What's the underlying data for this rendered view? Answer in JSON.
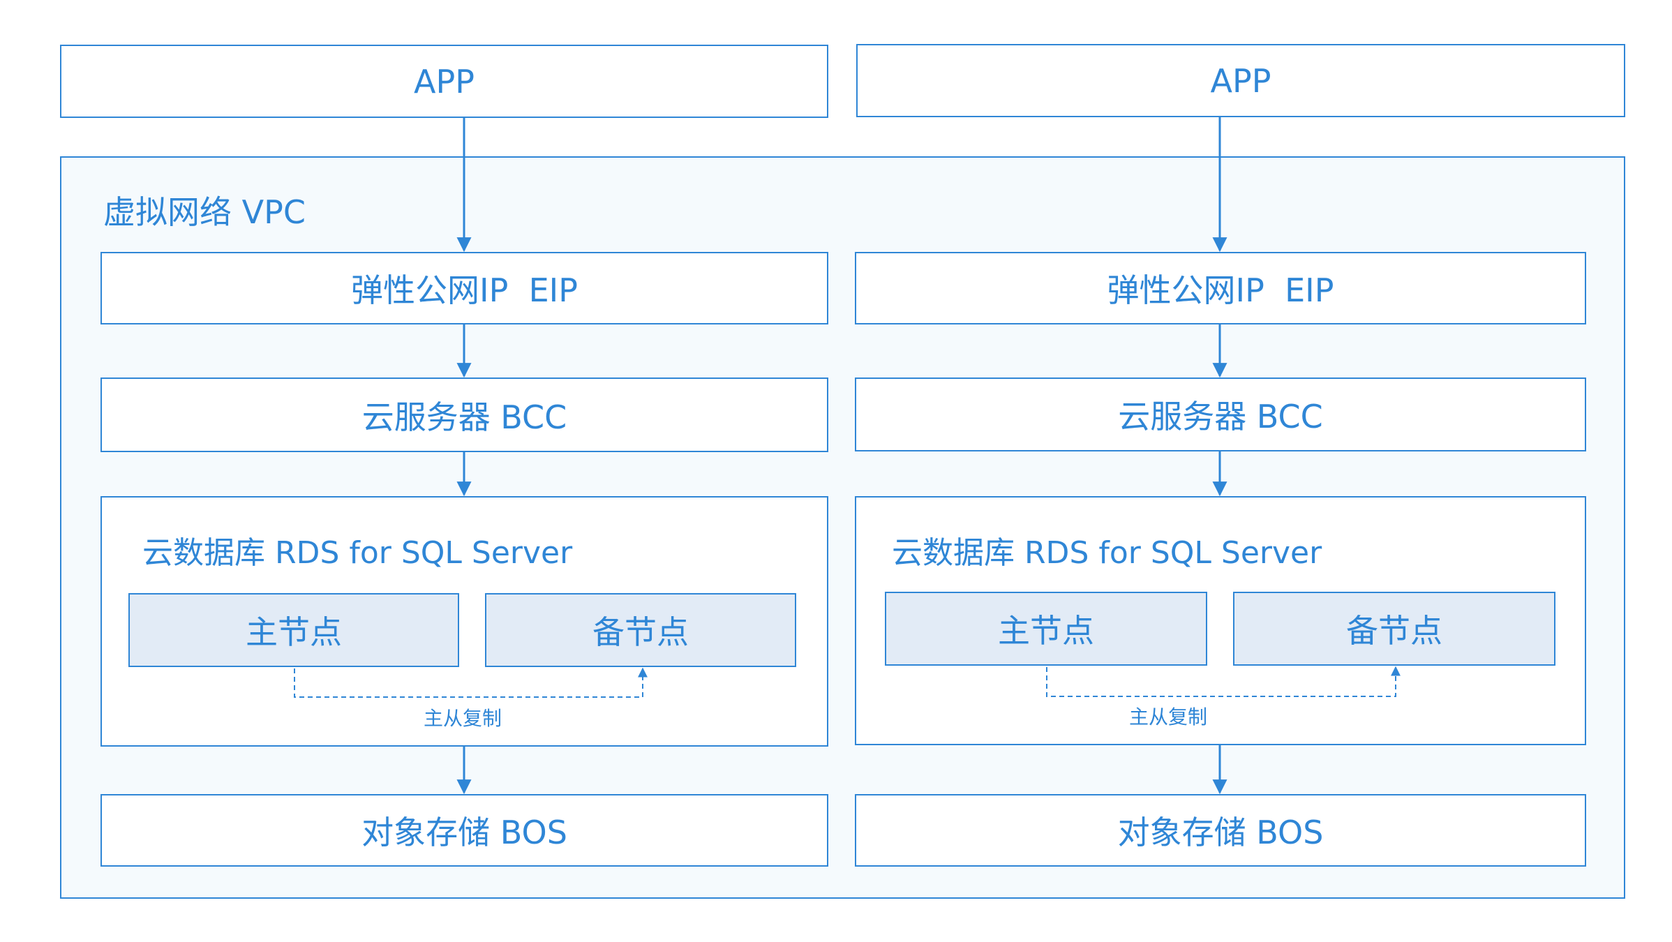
{
  "accent_color": "#2f86d6",
  "vpc": {
    "label": "虚拟网络 VPC"
  },
  "columns": [
    {
      "app": "APP",
      "eip": "弹性公网IP  EIP",
      "bcc": "云服务器 BCC",
      "rds": {
        "title": "云数据库 RDS for SQL Server",
        "primary": "主节点",
        "standby": "备节点",
        "replication": "主从复制"
      },
      "bos": "对象存储 BOS"
    },
    {
      "app": "APP",
      "eip": "弹性公网IP  EIP",
      "bcc": "云服务器 BCC",
      "rds": {
        "title": "云数据库 RDS for SQL Server",
        "primary": "主节点",
        "standby": "备节点",
        "replication": "主从复制"
      },
      "bos": "对象存储 BOS"
    }
  ]
}
